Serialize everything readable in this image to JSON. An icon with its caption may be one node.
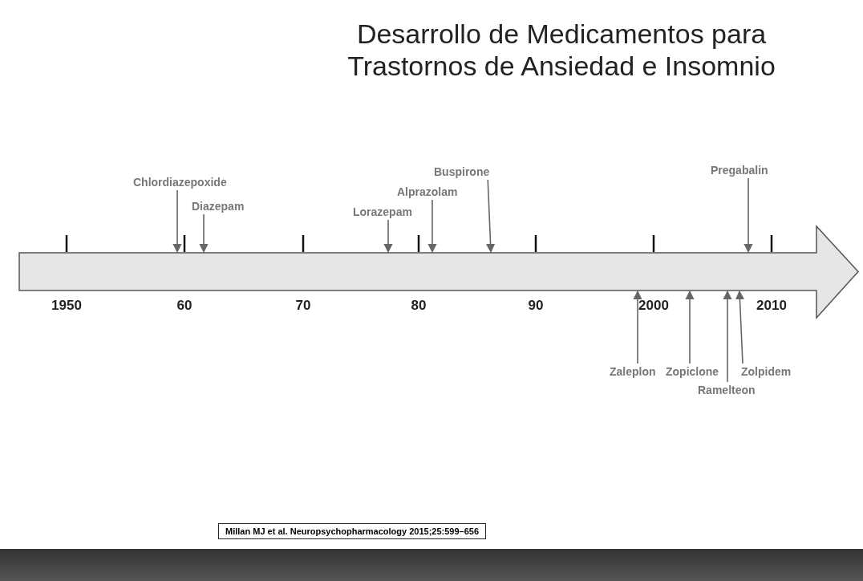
{
  "diagram": {
    "title": "Desarrollo de Medicamentos para Trastornos de Ansiedad e Insomnio",
    "caption": "Millan MJ et al. Neuropsychopharmacology 2015;25:599–656",
    "nodes": [
      {
        "text": [
          "Chlordiazepoxide"
        ]
      },
      {
        "text": [
          "Diazepam"
        ]
      },
      {
        "text": [
          "Lorazepam"
        ]
      },
      {
        "text": [
          "Alprazolam"
        ]
      },
      {
        "text": [
          "Buspirone"
        ]
      },
      {
        "text": [
          "Pregabalin"
        ]
      },
      {
        "text": [],
        "shape": "arrow"
      },
      {
        "text": [
          "Zaleplon"
        ]
      },
      {
        "text": [
          "Zopiclone"
        ]
      },
      {
        "text": [
          "Ramelteon"
        ]
      },
      {
        "text": [
          "Zolpidem"
        ]
      }
    ],
    "edges": [
      {
        "from": 0,
        "to": 6,
        "arrow": "to"
      },
      {
        "from": 1,
        "to": 6,
        "arrow": "to"
      },
      {
        "from": 2,
        "to": 6,
        "arrow": "to"
      },
      {
        "from": 3,
        "to": 6,
        "arrow": "to"
      },
      {
        "from": 4,
        "to": 6,
        "arrow": "to"
      },
      {
        "from": 5,
        "to": 6,
        "arrow": "to"
      },
      {
        "from": 7,
        "to": 6,
        "arrow": "to"
      },
      {
        "from": 8,
        "to": 6,
        "arrow": "to"
      },
      {
        "from": 9,
        "to": 6,
        "arrow": "to"
      },
      {
        "from": 10,
        "to": 6,
        "arrow": "to"
      }
    ],
    "labels": [
      "1950",
      "60",
      "70",
      "80",
      "90",
      "2000",
      "2010"
    ]
  }
}
